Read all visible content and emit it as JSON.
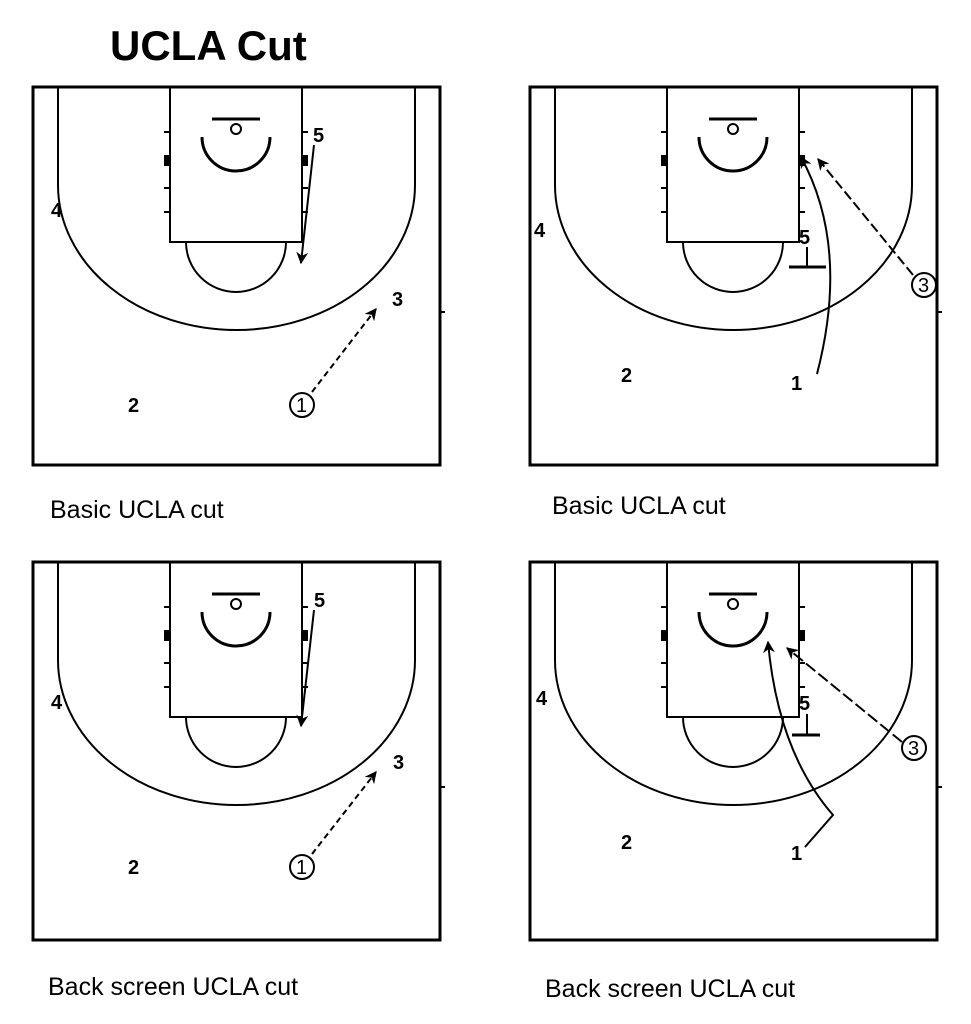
{
  "title": "UCLA Cut",
  "diagrams": [
    {
      "caption": "Basic UCLA cut",
      "players": {
        "p1": "1",
        "p2": "2",
        "p3": "3",
        "p4": "4",
        "p5": "5"
      }
    },
    {
      "caption": "Basic UCLA cut",
      "players": {
        "p1": "1",
        "p2": "2",
        "p3": "3",
        "p4": "4",
        "p5": "5"
      }
    },
    {
      "caption": "Back screen UCLA cut",
      "players": {
        "p1": "1",
        "p2": "2",
        "p3": "3",
        "p4": "4",
        "p5": "5"
      }
    },
    {
      "caption": "Back screen UCLA cut",
      "players": {
        "p1": "1",
        "p2": "2",
        "p3": "3",
        "p4": "4",
        "p5": "5"
      }
    }
  ]
}
